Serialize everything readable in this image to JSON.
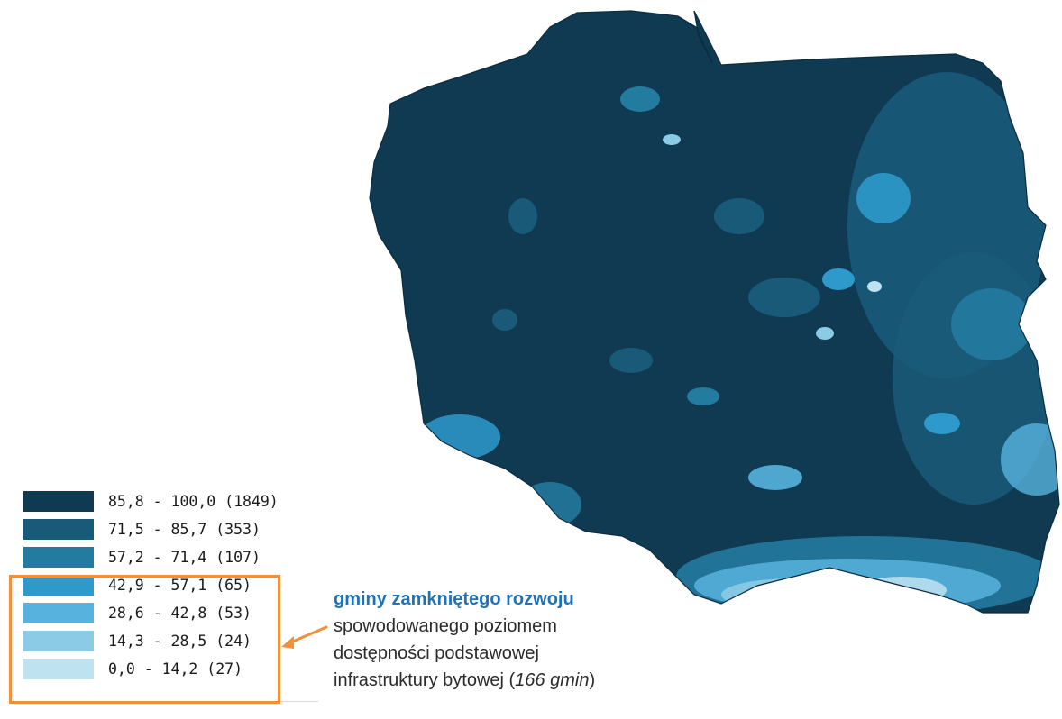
{
  "legend": {
    "classes": [
      {
        "label": "85,8 - 100,0 (1849)",
        "color": "#0f3a52"
      },
      {
        "label": "71,5 - 85,7 (353)",
        "color": "#1a5a79"
      },
      {
        "label": "57,2 - 71,4 (107)",
        "color": "#237ba0"
      },
      {
        "label": "42,9 - 57,1 (65)",
        "color": "#2e9acb"
      },
      {
        "label": "28,6 - 42,8 (53)",
        "color": "#57b3dd"
      },
      {
        "label": "14,3 - 28,5 (24)",
        "color": "#8ccbe6"
      },
      {
        "label": "0,0 - 14,2 (27)",
        "color": "#bfe2f0"
      }
    ]
  },
  "callout": {
    "title": "gminy zamkniętego rozwoju",
    "line1": "spowodowanego poziomem",
    "line2": "dostępności podstawowej",
    "line3_prefix": "infrastruktury bytowej (",
    "line3_italic": "166 gmin",
    "line3_suffix": ")"
  },
  "colors": {
    "highlight_frame": "#f0903a",
    "title_blue": "#1f72b8",
    "map_base": "#0f3a52"
  }
}
